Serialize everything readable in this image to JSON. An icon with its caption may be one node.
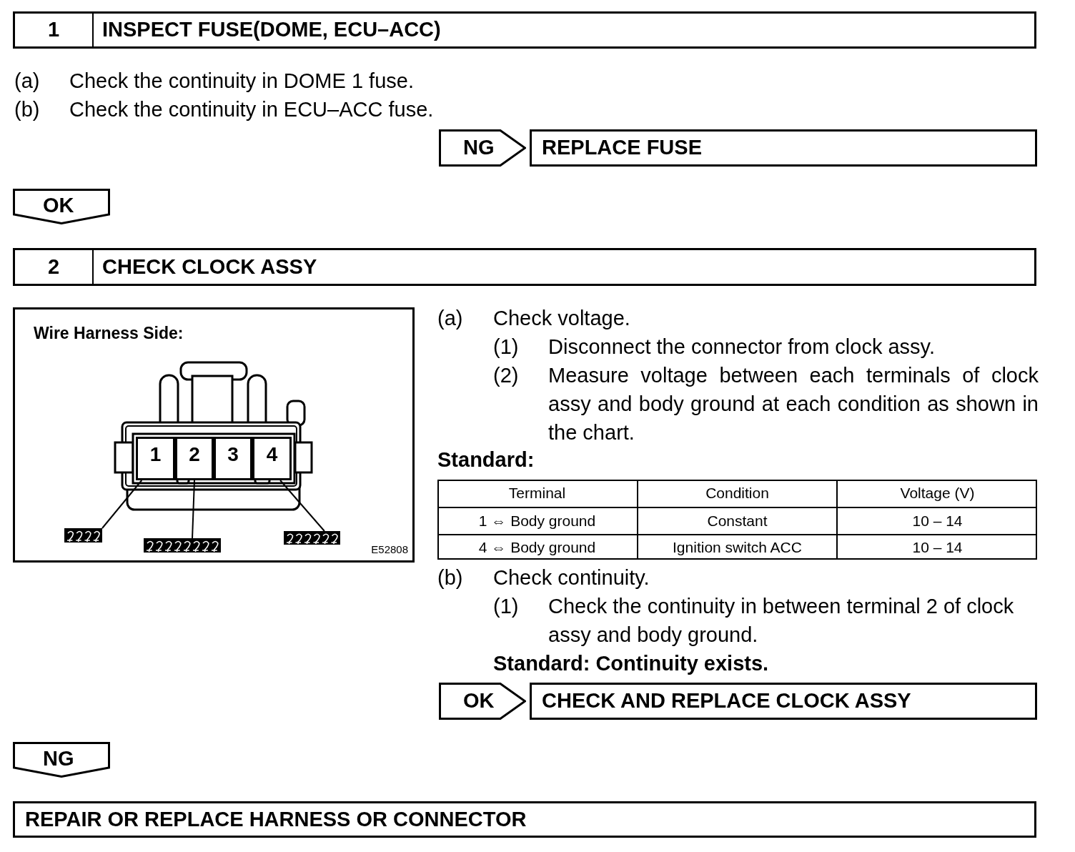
{
  "diagram": {
    "nodes": [
      {
        "text": [
          "1",
          "INSPECT FUSE(DOME, ECU–ACC)"
        ]
      },
      {
        "text": [
          "NG"
        ]
      },
      {
        "text": [
          "REPLACE FUSE"
        ]
      },
      {
        "text": [
          "OK"
        ]
      },
      {
        "text": [
          "2",
          "CHECK CLOCK ASSY"
        ]
      },
      {
        "text": [
          "Wire Harness Side:",
          "E52808"
        ]
      },
      {
        "text": [
          "1"
        ],
        "in": 5
      },
      {
        "text": [
          "2"
        ],
        "in": 5
      },
      {
        "text": [
          "3"
        ],
        "in": 5
      },
      {
        "text": [
          "4"
        ],
        "in": 5
      },
      {
        "text": [],
        "shape": "bar",
        "in": 5
      },
      {
        "text": [],
        "shape": "bar",
        "in": 5
      },
      {
        "text": [],
        "shape": "bar",
        "in": 5
      },
      {
        "text": [
          "OK"
        ]
      },
      {
        "text": [
          "CHECK AND REPLACE CLOCK ASSY"
        ]
      },
      {
        "text": [
          "NG"
        ]
      },
      {
        "text": [
          "REPAIR OR REPLACE HARNESS OR CONNECTOR"
        ]
      }
    ],
    "edges": [
      {
        "from": 10,
        "to": 6,
        "arrow": "none"
      },
      {
        "from": 11,
        "to": 7,
        "arrow": "none"
      },
      {
        "from": 12,
        "to": 9,
        "arrow": "none"
      }
    ],
    "labels": [
      "(a)",
      "Check the continuity in DOME 1 fuse.",
      "(b)",
      "Check the continuity in ECU–ACC fuse.",
      "(a)",
      "Check voltage.",
      "(1)",
      "Disconnect the connector from clock assy.",
      "(2)",
      "Measure voltage between each terminals of clock assy and body ground at each condition as shown in the chart.",
      "Standard:",
      "Terminal",
      "Condition",
      "Voltage (V)",
      "1 ⇔ Body ground",
      "Constant",
      "10 – 14",
      "4 ⇔ Body ground",
      "Ignition switch ACC",
      "10 – 14",
      "(b)",
      "Check continuity.",
      "(1)",
      "Check the continuity in between terminal 2 of clock assy and body ground.",
      "Standard: Continuity exists."
    ]
  }
}
